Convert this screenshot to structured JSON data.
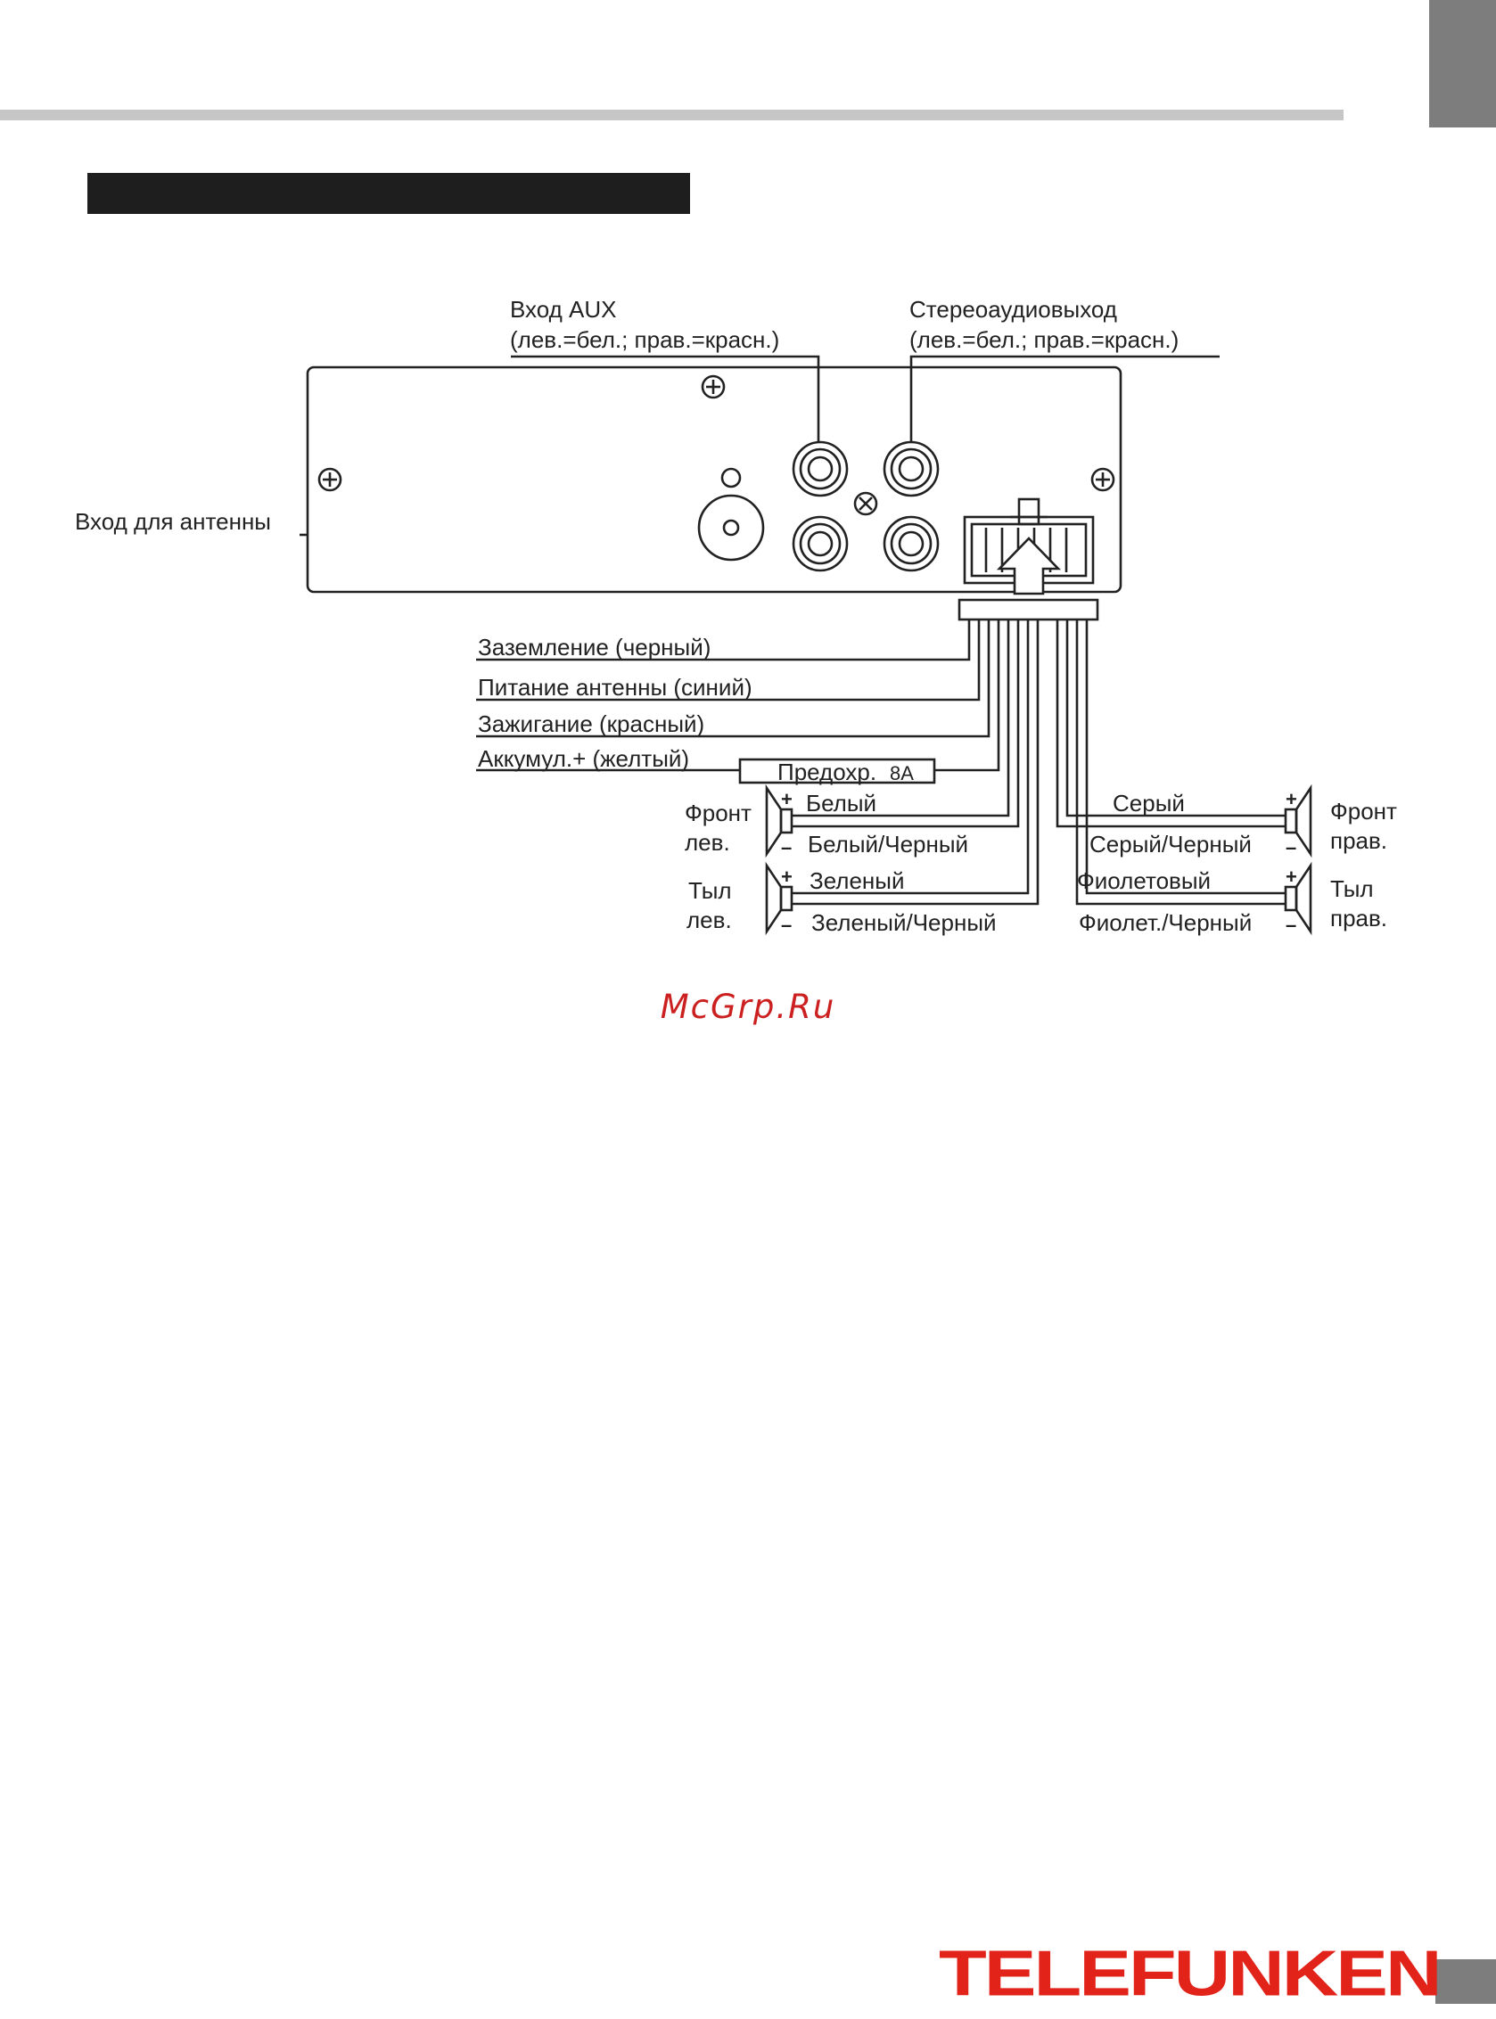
{
  "labels": {
    "aux_input": "Вход AUX",
    "aux_input_note": "(лев.=бел.; прав.=красн.)",
    "stereo_out": "Стереоаудиовыход",
    "stereo_out_note": "(лев.=бел.; прав.=красн.)",
    "antenna_input": "Вход для антенны",
    "ground": "Заземление (черный)",
    "antenna_power": "Питание антенны (синий)",
    "ignition": "Зажигание (красный)",
    "battery": "Аккумул.+ (желтый)",
    "fuse": "Предохр.",
    "fuse_rating": "8A"
  },
  "speakers": {
    "front_left": {
      "line1": "Фронт",
      "line2": "лев.",
      "plus_wire": "Белый",
      "minus_wire": "Белый/Черный"
    },
    "rear_left": {
      "line1": "Тыл",
      "line2": "лев.",
      "plus_wire": "Зеленый",
      "minus_wire": "Зеленый/Черный"
    },
    "front_right": {
      "line1": "Фронт",
      "line2": "прав.",
      "plus_wire": "Серый",
      "minus_wire": "Серый/Черный"
    },
    "rear_right": {
      "line1": "Тыл",
      "line2": "прав.",
      "plus_wire": "Фиолетовый",
      "minus_wire": "Фиолет./Черный"
    }
  },
  "symbols": {
    "plus": "+",
    "minus": "–"
  },
  "watermark": "McGrp.Ru",
  "brand": "TELEFUNKEN"
}
